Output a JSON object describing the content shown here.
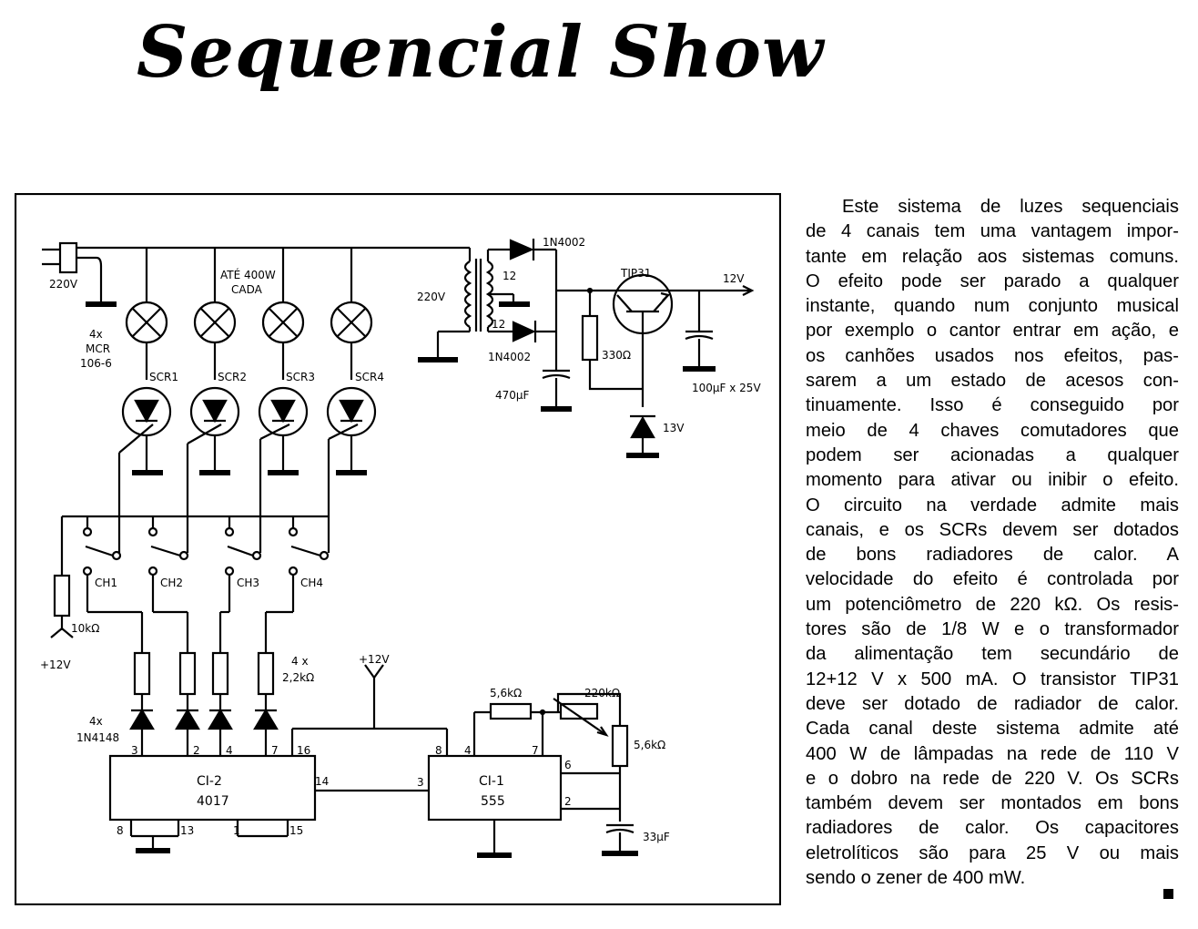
{
  "title": "Sequencial Show",
  "article": {
    "lines": [
      "Este sistema de luzes sequenciais",
      "de 4 canais tem uma vantagem impor-",
      "tante em relação aos sistemas comuns.",
      "O efeito pode ser parado a qualquer",
      "instante, quando num conjunto musical",
      "por exemplo o cantor entrar em ação, e",
      "os canhões usados nos efeitos, pas-",
      "sarem a um estado de acesos con-",
      "tinuamente. Isso é conseguido por",
      "meio de 4 chaves comutadores que",
      "podem ser acionadas a qualquer",
      "momento para ativar ou inibir o efeito.",
      "O circuito na verdade admite mais",
      "canais, e os SCRs devem ser dotados",
      "de bons radiadores de calor. A",
      "velocidade do efeito é controlada por",
      "um potenciômetro de 220 kΩ. Os resis-",
      "tores são de 1/8 W e o transformador",
      "da alimentação tem secundário de",
      "12+12 V x 500 mA. O transistor TIP31",
      "deve ser dotado de radiador de calor.",
      "Cada canal deste sistema admite até",
      "400 W de lâmpadas na rede de 110 V",
      "e o dobro na rede de 220 V. Os SCRs",
      "também devem ser montados em bons",
      "radiadores de calor. Os capacitores",
      "eletrolíticos  são  para 25 V ou mais",
      "sendo o zener de 400 mW."
    ]
  },
  "schematic": {
    "labels": {
      "mains": "220V",
      "lamp_rating": "ATÉ 400W",
      "lamp_each": "CADA",
      "scr_qty": "4x",
      "scr_model": "MCR",
      "scr_model2": "106-6",
      "scr1": "SCR1",
      "scr2": "SCR2",
      "scr3": "SCR3",
      "scr4": "SCR4",
      "tr_primary": "220V",
      "tr_sec_top": "12",
      "tr_sec_bot": "12",
      "diode_top": "1N4002",
      "diode_bot": "1N4002",
      "cap_filter": "470µF",
      "transistor": "TIP31",
      "out_v": "12V",
      "res_330": "330Ω",
      "cap_100": "100µF x 25V",
      "zener": "13V",
      "ch1": "CH1",
      "ch2": "CH2",
      "ch3": "CH3",
      "ch4": "CH4",
      "res_10k": "10kΩ",
      "vplus_left": "+12V",
      "vplus_mid": "+12V",
      "res_qty": "4 x",
      "res_22k": "2,2kΩ",
      "diode_qty": "4x",
      "diode_model": "1N4148",
      "r56_top": "5,6kΩ",
      "pot_220k": "220kΩ",
      "r56_right": "5,6kΩ",
      "cap_33": "33µF",
      "ci2_name": "CI-2",
      "ci2_part": "4017",
      "ci1_name": "CI-1",
      "ci1_part": "555",
      "pin3a": "3",
      "pin2a": "2",
      "pin4a": "4",
      "pin7a": "7",
      "pin16": "16",
      "pin14": "14",
      "pin8a": "8",
      "pin13": "13",
      "pin1": "1",
      "pin15": "15",
      "pin3b": "3",
      "pin8b": "8",
      "pin4b": "4",
      "pin7b": "7",
      "pin6": "6",
      "pin2b": "2"
    }
  }
}
